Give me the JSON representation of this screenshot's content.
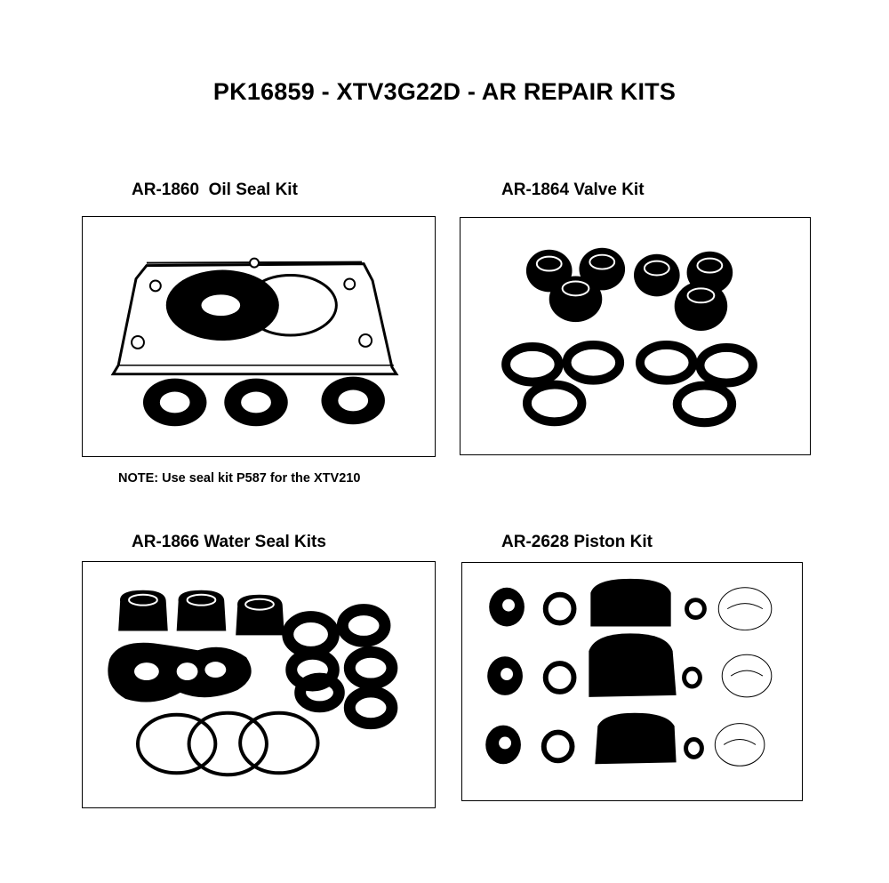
{
  "page": {
    "title": "PK16859 - XTV3G22D - AR REPAIR KITS",
    "note": "NOTE: Use seal kit P587 for the XTV210"
  },
  "kits": [
    {
      "label": "AR-1860  Oil Seal Kit"
    },
    {
      "label": "AR-1864 Valve Kit"
    },
    {
      "label": "AR-1866 Water Seal Kits"
    },
    {
      "label": "AR-2628 Piston Kit"
    }
  ],
  "colors": {
    "ink": "#000000",
    "paper": "#ffffff"
  }
}
